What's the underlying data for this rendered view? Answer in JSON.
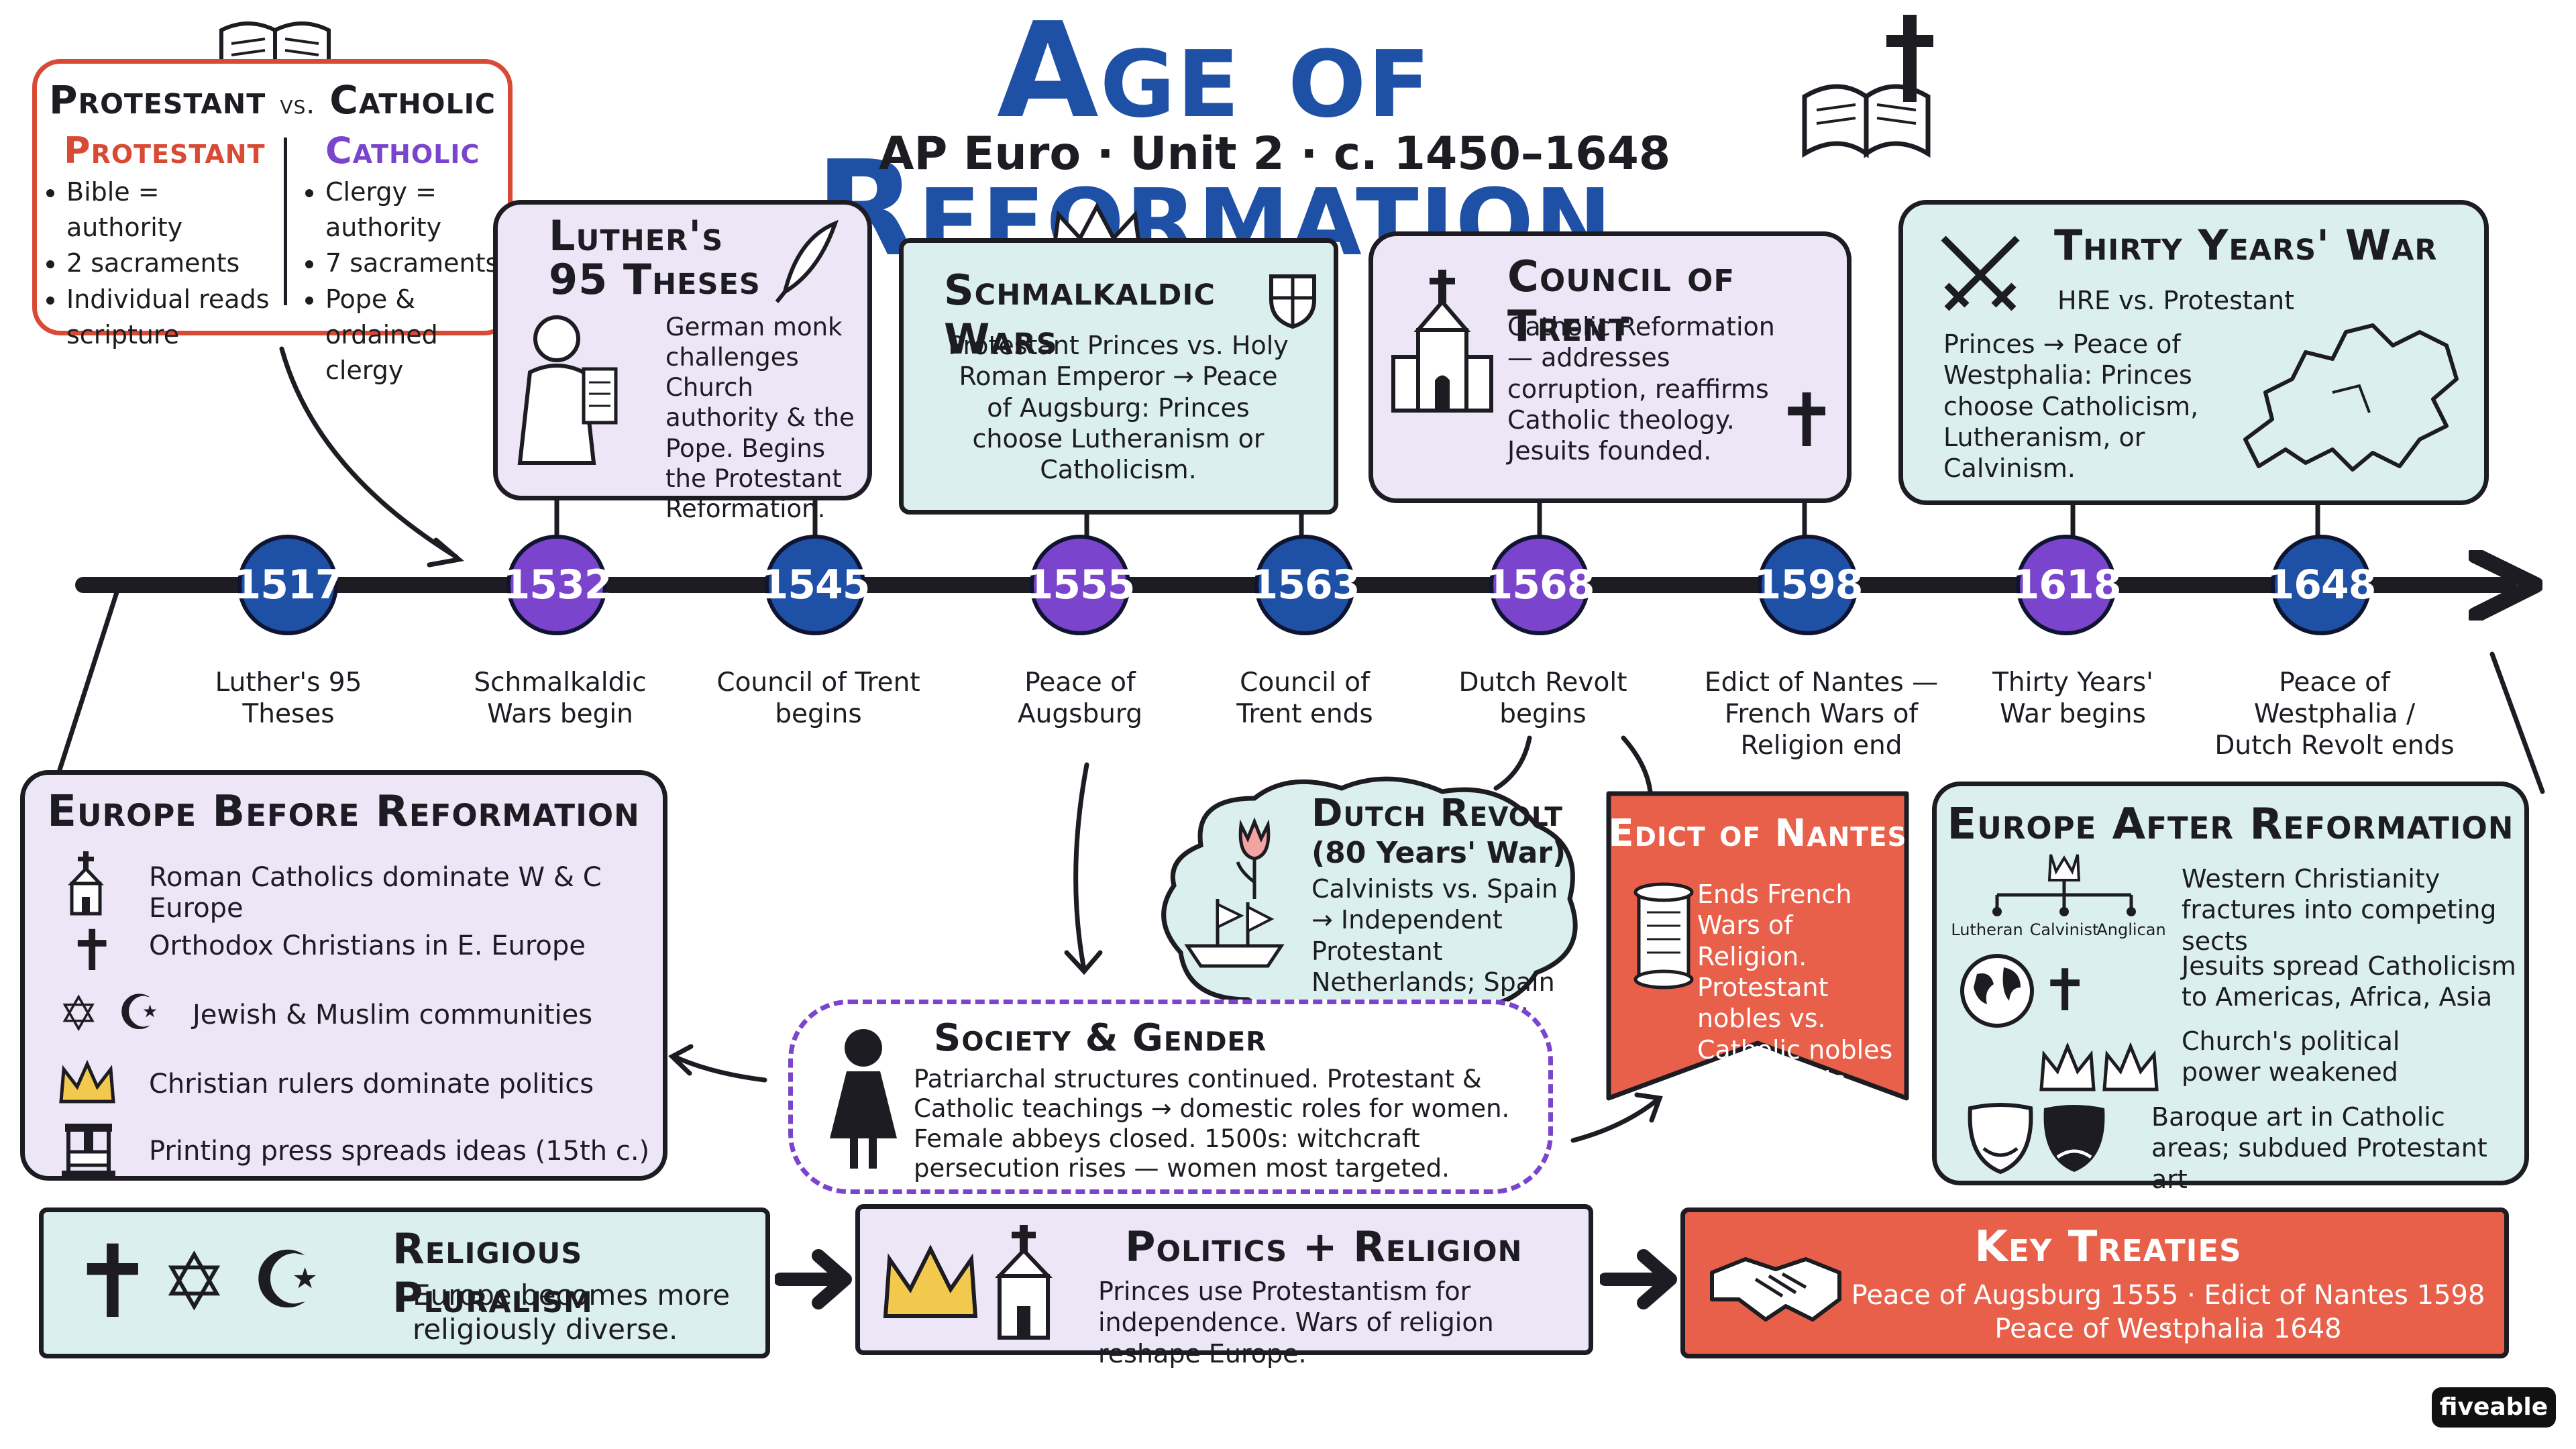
{
  "header": {
    "title": "Age of Reformation",
    "subtitle": "AP Euro · Unit 2 · c. 1450–1648"
  },
  "compare": {
    "title_left": "Protestant",
    "title_vs": "vs.",
    "title_right": "Catholic",
    "protestant_heading": "Protestant",
    "catholic_heading": "Catholic",
    "protestant_points": [
      "Bible = authority",
      "2 sacraments",
      "Individual reads scripture"
    ],
    "catholic_points": [
      "Clergy = authority",
      "7 sacraments",
      "Pope & ordained clergy"
    ]
  },
  "events": {
    "luther": {
      "title_line1": "Luther's",
      "title_line2": "95 Theses",
      "text": "German monk challenges Church authority & the Pope. Begins the Protestant Reformation."
    },
    "schmalkaldic": {
      "title": "Schmalkaldic Wars",
      "text": "Protestant Princes vs. Holy Roman Emperor → Peace of Augsburg: Princes choose Lutheranism or Catholicism."
    },
    "trent": {
      "title": "Council of Trent",
      "text": "Catholic Reformation — addresses corruption, reaffirms Catholic theology. Jesuits founded."
    },
    "thirty": {
      "title": "Thirty Years' War",
      "subtitle": "HRE vs. Protestant",
      "text": "Princes → Peace of Westphalia: Princes choose Catholicism, Lutheranism, or Calvinism."
    }
  },
  "timeline": [
    {
      "year": "1517",
      "label": "Luther's 95 Theses",
      "color": "#1e50a5"
    },
    {
      "year": "1532",
      "label": "Schmalkaldic Wars begin",
      "color": "#7a44cc"
    },
    {
      "year": "1545",
      "label": "Council of Trent begins",
      "color": "#1e50a5"
    },
    {
      "year": "1555",
      "label": "Peace of Augsburg",
      "color": "#7a44cc"
    },
    {
      "year": "1563",
      "label": "Council of Trent ends",
      "color": "#1e50a5"
    },
    {
      "year": "1568",
      "label": "Dutch Revolt begins",
      "color": "#7a44cc"
    },
    {
      "year": "1598",
      "label": "Edict of Nantes — French Wars of Religion end",
      "color": "#1e50a5"
    },
    {
      "year": "1618",
      "label": "Thirty Years' War begins",
      "color": "#7a44cc"
    },
    {
      "year": "1648",
      "label": "Peace of Westphalia / Dutch Revolt ends",
      "color": "#1e50a5"
    }
  ],
  "before": {
    "title": "Europe Before Reformation",
    "items": [
      {
        "icon": "church-icon",
        "text": "Roman Catholics dominate W & C Europe"
      },
      {
        "icon": "cross-icon",
        "text": "Orthodox Christians in E. Europe"
      },
      {
        "icon": "star-crescent-icon",
        "text": "Jewish & Muslim communities"
      },
      {
        "icon": "crown-icon",
        "text": "Christian rulers dominate politics"
      },
      {
        "icon": "printing-press-icon",
        "text": "Printing press spreads ideas (15th c.)"
      }
    ]
  },
  "dutch": {
    "title": "Dutch Revolt",
    "subtitle": "(80 Years' War)",
    "text": "Calvinists vs. Spain → Independent Protestant Netherlands; Spain keeps remainder."
  },
  "nantes": {
    "title": "Edict of Nantes",
    "text": "Ends French Wars of Religion. Protestant nobles vs. Catholic nobles vs. Catholic King."
  },
  "society": {
    "title": "Society & Gender",
    "text": "Patriarchal structures continued. Protestant & Catholic teachings → domestic roles for women. Female abbeys closed. 1500s: witchcraft persecution rises — women most targeted."
  },
  "after": {
    "title": "Europe After Reformation",
    "sects": [
      "Lutheran",
      "Calvinist",
      "Anglican"
    ],
    "items": [
      "Western Christianity fractures into competing sects",
      "Jesuits spread Catholicism to Americas, Africa, Asia",
      "Church's political power weakened",
      "Baroque art in Catholic areas; subdued Protestant art"
    ]
  },
  "bottom": {
    "pluralism": {
      "title": "Religious Pluralism",
      "text": "Europe becomes more religiously diverse."
    },
    "politics": {
      "title": "Politics + Religion",
      "text": "Princes use Protestantism for independence. Wars of religion reshape Europe."
    },
    "treaties": {
      "title": "Key Treaties",
      "line1": "Peace of Augsburg 1555 · Edict of Nantes 1598 ·",
      "line2": "Peace of Westphalia 1648"
    }
  },
  "brand": "fiveable",
  "colors": {
    "blue": "#1e50a5",
    "violet": "#7a44cc",
    "red": "#e8604a",
    "purple_bg": "#ece6f7",
    "teal_bg": "#dbf0ee"
  }
}
